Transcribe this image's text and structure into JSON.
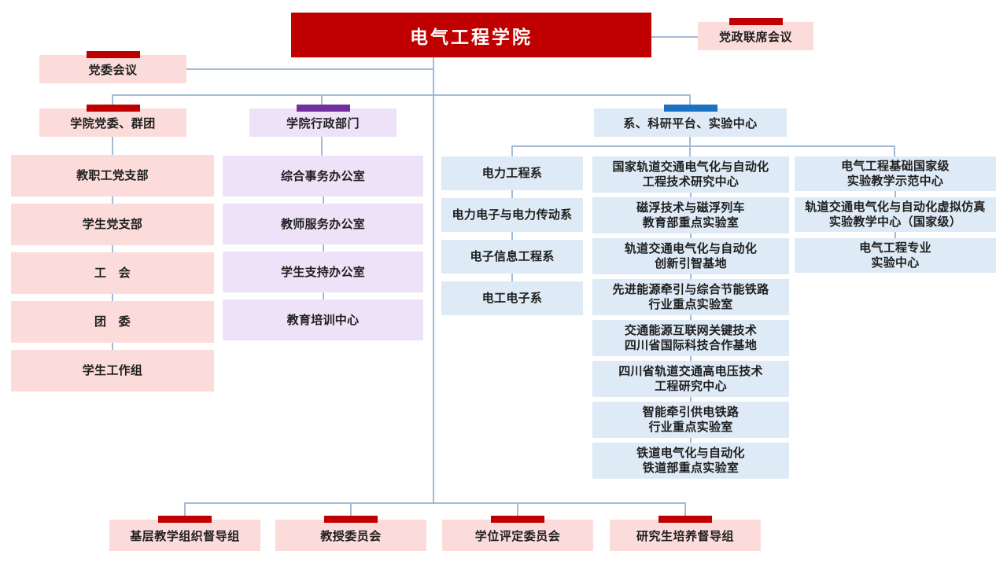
{
  "colors": {
    "dark_red": "#C00000",
    "pink": "#FBDCDA",
    "purple": "#7030A0",
    "light_purple": "#EDE2F8",
    "blue": "#1C72C2",
    "light_blue": "#DEEAF5",
    "connector": "#A3BCD6"
  },
  "root": {
    "title": "电气工程学院"
  },
  "joint_meeting": {
    "label": "党政联席会议"
  },
  "party_meeting": {
    "label": "党委会议"
  },
  "party_branch": {
    "header": "学院党委、群团",
    "items": [
      "教职工党支部",
      "学生党支部",
      "工　会",
      "团　委",
      "学生工作组"
    ]
  },
  "admin_branch": {
    "header": "学院行政部门",
    "items": [
      "综合事务办公室",
      "教师服务办公室",
      "学生支持办公室",
      "教育培训中心"
    ]
  },
  "academic_branch": {
    "header": "系、科研平台、实验中心",
    "departments": [
      "电力工程系",
      "电力电子与电力传动系",
      "电子信息工程系",
      "电工电子系"
    ],
    "platforms": [
      "国家轨道交通电气化与自动化\n工程技术研究中心",
      "磁浮技术与磁浮列车\n教育部重点实验室",
      "轨道交通电气化与自动化\n创新引智基地",
      "先进能源牵引与综合节能铁路\n行业重点实验室",
      "交通能源互联网关键技术\n四川省国际科技合作基地",
      "四川省轨道交通高电压技术\n工程研究中心",
      "智能牵引供电铁路\n行业重点实验室",
      "铁道电气化与自动化\n铁道部重点实验室"
    ],
    "centers": [
      "电气工程基础国家级\n实验教学示范中心",
      "轨道交通电气化与自动化虚拟仿真\n实验教学中心（国家级）",
      "电气工程专业\n实验中心"
    ]
  },
  "bottom_row": {
    "items": [
      "基层教学组织督导组",
      "教授委员会",
      "学位评定委员会",
      "研究生培养督导组"
    ]
  }
}
